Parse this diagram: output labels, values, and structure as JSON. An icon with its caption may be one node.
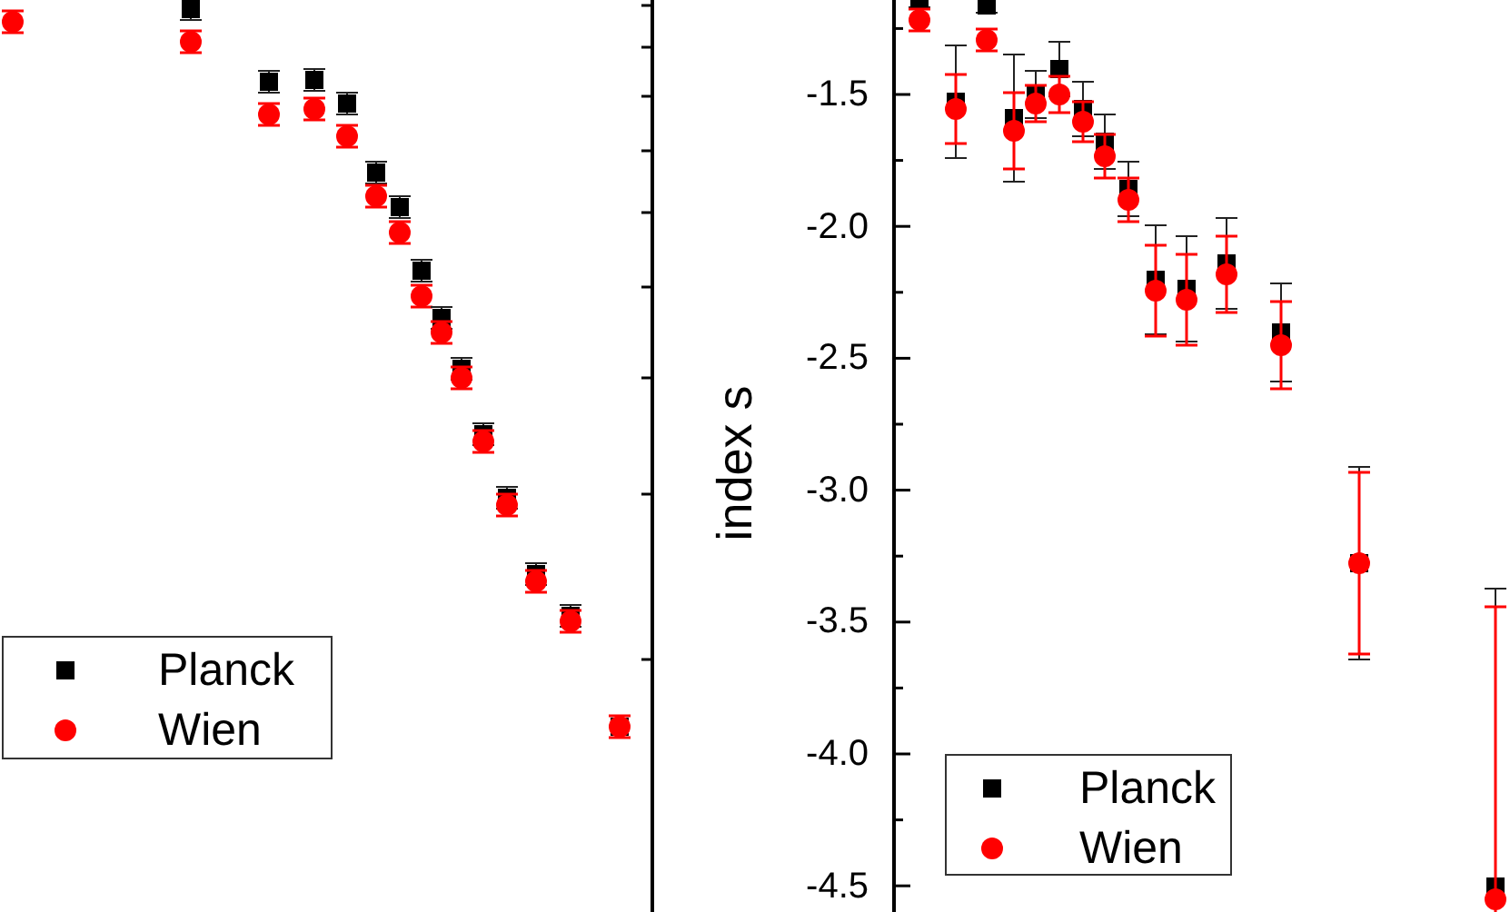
{
  "diagram": {
    "labels": [
      "index s",
      "-1.5",
      "-2.0",
      "-2.5",
      "-3.0",
      "-3.5",
      "-4.0",
      "-4.5"
    ],
    "legend": [
      {
        "text": "Planck"
      },
      {
        "text": "Wien"
      },
      {
        "text": "Planck"
      },
      {
        "text": "Wien"
      }
    ]
  }
}
